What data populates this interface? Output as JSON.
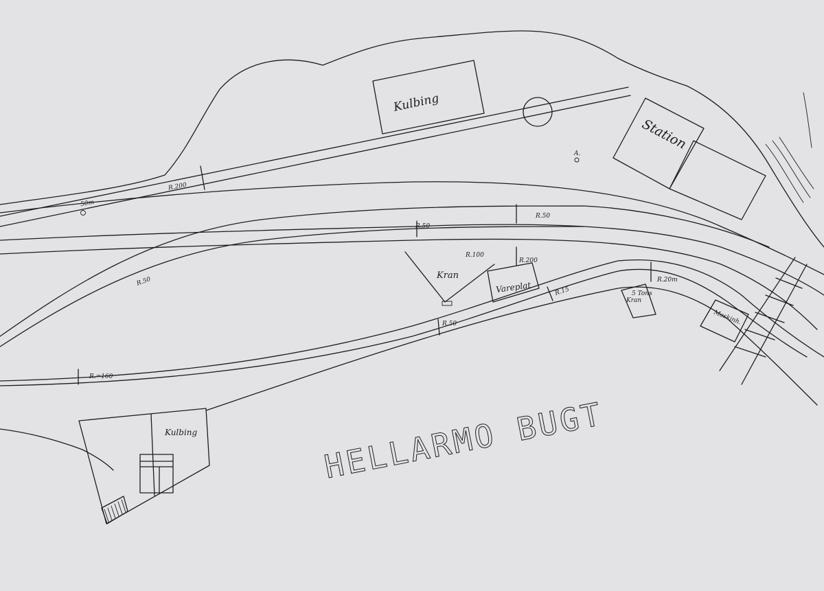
{
  "map": {
    "buildings": {
      "kulbing_top": "Kulbing",
      "station": "Station",
      "kulbing_bottom": "Kulbing",
      "kran": "Kran",
      "vareplat": "Vareplat",
      "small_kran_tons": "5 Tons",
      "small_kran": "Kran",
      "maskinhus": "Maskinh."
    },
    "markers": {
      "point_a": "A.",
      "distance": "50m"
    },
    "radii": {
      "r200_top": "R.200",
      "r50_upper": "R.50",
      "r50_right": "R.50",
      "r50_left": "R.50",
      "r100": "R.100",
      "r200_mid": "R.200",
      "r15": "R.15",
      "r20": "R.20m",
      "r50_lower": "R.50",
      "r160": "R.=160"
    },
    "bay_name": "HELLARMO BUGT"
  }
}
